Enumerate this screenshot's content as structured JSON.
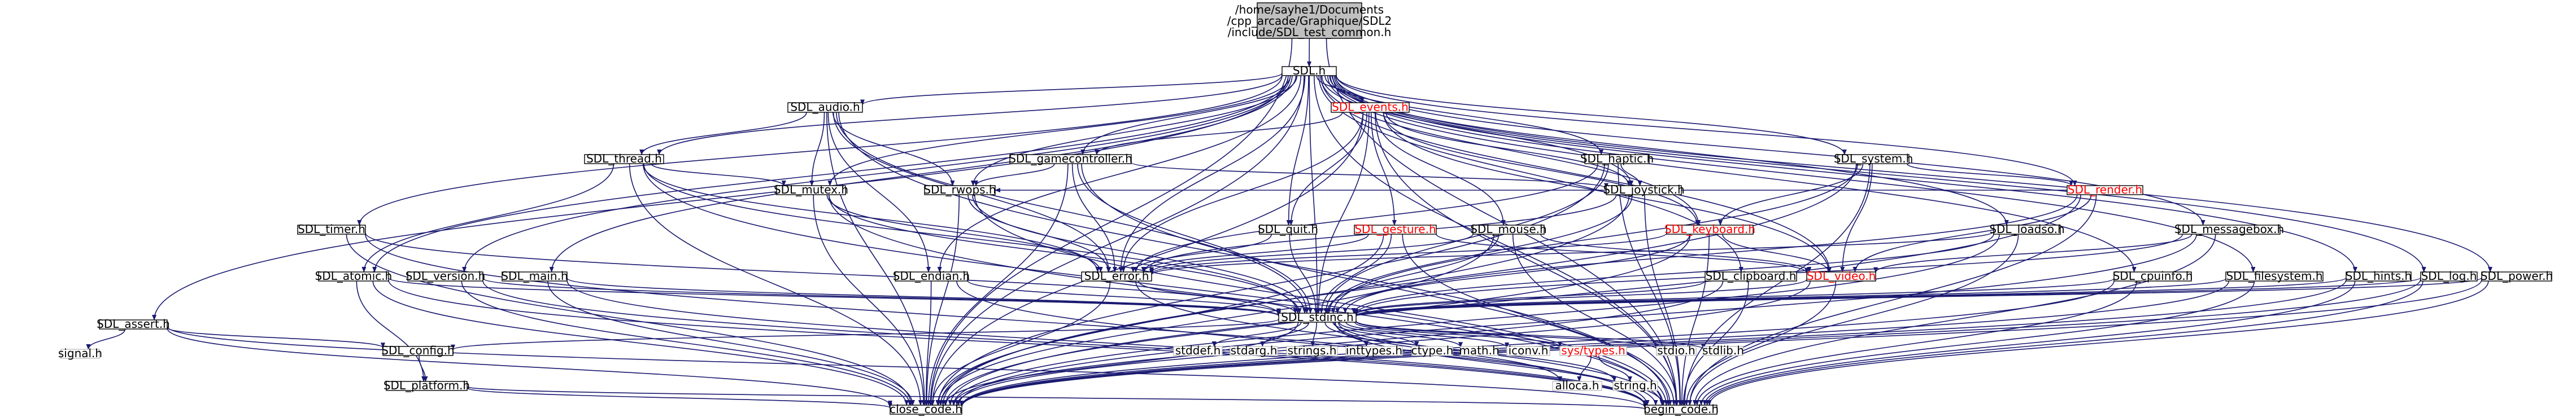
{
  "title_lines": [
    "/home/sayhe1/Documents",
    "/cpp_arcade/Graphique/SDL2",
    "/include/SDL_test_common.h"
  ],
  "nodes": [
    {
      "id": "root",
      "label": "",
      "root": true
    },
    {
      "id": "sdl",
      "label": "SDL.h"
    },
    {
      "id": "audio",
      "label": "SDL_audio.h"
    },
    {
      "id": "events",
      "label": "SDL_events.h",
      "red": true
    },
    {
      "id": "haptic",
      "label": "SDL_haptic.h"
    },
    {
      "id": "system",
      "label": "SDL_system.h"
    },
    {
      "id": "thread",
      "label": "SDL_thread.h"
    },
    {
      "id": "gamecontroller",
      "label": "SDL_gamecontroller.h"
    },
    {
      "id": "timer",
      "label": "SDL_timer.h"
    },
    {
      "id": "mutex",
      "label": "SDL_mutex.h"
    },
    {
      "id": "rwops",
      "label": "SDL_rwops.h"
    },
    {
      "id": "quit",
      "label": "SDL_quit.h"
    },
    {
      "id": "gesture",
      "label": "SDL_gesture.h",
      "red": true
    },
    {
      "id": "mouse",
      "label": "SDL_mouse.h"
    },
    {
      "id": "joystick",
      "label": "SDL_joystick.h"
    },
    {
      "id": "keyboard",
      "label": "SDL_keyboard.h",
      "red": true
    },
    {
      "id": "loadso",
      "label": "SDL_loadso.h"
    },
    {
      "id": "render",
      "label": "SDL_render.h",
      "red": true
    },
    {
      "id": "messagebox",
      "label": "SDL_messagebox.h"
    },
    {
      "id": "atomic",
      "label": "SDL_atomic.h"
    },
    {
      "id": "version",
      "label": "SDL_version.h"
    },
    {
      "id": "main",
      "label": "SDL_main.h"
    },
    {
      "id": "endian",
      "label": "SDL_endian.h"
    },
    {
      "id": "error",
      "label": "SDL_error.h"
    },
    {
      "id": "video",
      "label": "SDL_video.h",
      "red": true
    },
    {
      "id": "clipboard",
      "label": "SDL_clipboard.h"
    },
    {
      "id": "cpuinfo",
      "label": "SDL_cpuinfo.h"
    },
    {
      "id": "filesystem",
      "label": "SDL_filesystem.h"
    },
    {
      "id": "hints",
      "label": "SDL_hints.h"
    },
    {
      "id": "log",
      "label": "SDL_log.h"
    },
    {
      "id": "power",
      "label": "SDL_power.h"
    },
    {
      "id": "assert",
      "label": "SDL_assert.h"
    },
    {
      "id": "stdinc",
      "label": "SDL_stdinc.h"
    },
    {
      "id": "signal",
      "label": "signal.h",
      "missing": true
    },
    {
      "id": "config",
      "label": "SDL_config.h"
    },
    {
      "id": "platform",
      "label": "SDL_platform.h"
    },
    {
      "id": "stddef",
      "label": "stddef.h",
      "missing": true
    },
    {
      "id": "stdarg",
      "label": "stdarg.h",
      "missing": true
    },
    {
      "id": "strings",
      "label": "strings.h",
      "missing": true
    },
    {
      "id": "inttypes",
      "label": "inttypes.h",
      "missing": true
    },
    {
      "id": "ctype",
      "label": "ctype.h",
      "missing": true
    },
    {
      "id": "math",
      "label": "math.h",
      "missing": true
    },
    {
      "id": "iconv",
      "label": "iconv.h",
      "missing": true
    },
    {
      "id": "systypes",
      "label": "sys/types.h",
      "missing": true,
      "red": true
    },
    {
      "id": "stdio",
      "label": "stdio.h",
      "missing": true
    },
    {
      "id": "stdlib",
      "label": "stdlib.h",
      "missing": true
    },
    {
      "id": "alloca",
      "label": "alloca.h",
      "missing": true
    },
    {
      "id": "string",
      "label": "string.h",
      "missing": true
    },
    {
      "id": "close_code",
      "label": "close_code.h"
    },
    {
      "id": "begin_code",
      "label": "begin_code.h"
    }
  ],
  "edges": [
    [
      "root",
      "sdl"
    ],
    [
      "root",
      "close_code"
    ],
    [
      "root",
      "begin_code"
    ],
    [
      "sdl",
      "audio"
    ],
    [
      "sdl",
      "events"
    ],
    [
      "sdl",
      "haptic"
    ],
    [
      "sdl",
      "system"
    ],
    [
      "sdl",
      "thread"
    ],
    [
      "sdl",
      "gamecontroller"
    ],
    [
      "sdl",
      "timer"
    ],
    [
      "sdl",
      "mutex"
    ],
    [
      "sdl",
      "rwops"
    ],
    [
      "sdl",
      "quit"
    ],
    [
      "sdl",
      "joystick"
    ],
    [
      "sdl",
      "keyboard"
    ],
    [
      "sdl",
      "loadso"
    ],
    [
      "sdl",
      "render"
    ],
    [
      "sdl",
      "messagebox"
    ],
    [
      "sdl",
      "atomic"
    ],
    [
      "sdl",
      "version"
    ],
    [
      "sdl",
      "main"
    ],
    [
      "sdl",
      "endian"
    ],
    [
      "sdl",
      "error"
    ],
    [
      "sdl",
      "video"
    ],
    [
      "sdl",
      "clipboard"
    ],
    [
      "sdl",
      "cpuinfo"
    ],
    [
      "sdl",
      "filesystem"
    ],
    [
      "sdl",
      "hints"
    ],
    [
      "sdl",
      "log"
    ],
    [
      "sdl",
      "power"
    ],
    [
      "sdl",
      "assert"
    ],
    [
      "sdl",
      "stdinc"
    ],
    [
      "sdl",
      "close_code"
    ],
    [
      "sdl",
      "begin_code"
    ],
    [
      "audio",
      "thread"
    ],
    [
      "audio",
      "mutex"
    ],
    [
      "audio",
      "rwops"
    ],
    [
      "audio",
      "endian"
    ],
    [
      "audio",
      "error"
    ],
    [
      "audio",
      "stdinc"
    ],
    [
      "audio",
      "close_code"
    ],
    [
      "audio",
      "begin_code"
    ],
    [
      "events",
      "gamecontroller"
    ],
    [
      "events",
      "quit"
    ],
    [
      "events",
      "gesture"
    ],
    [
      "events",
      "mouse"
    ],
    [
      "events",
      "joystick"
    ],
    [
      "events",
      "keyboard"
    ],
    [
      "events",
      "video"
    ],
    [
      "events",
      "error"
    ],
    [
      "events",
      "stdinc"
    ],
    [
      "events",
      "close_code"
    ],
    [
      "events",
      "begin_code"
    ],
    [
      "haptic",
      "joystick"
    ],
    [
      "haptic",
      "error"
    ],
    [
      "haptic",
      "stdinc"
    ],
    [
      "haptic",
      "close_code"
    ],
    [
      "haptic",
      "begin_code"
    ],
    [
      "system",
      "keyboard"
    ],
    [
      "system",
      "render"
    ],
    [
      "system",
      "video"
    ],
    [
      "system",
      "stdinc"
    ],
    [
      "system",
      "close_code"
    ],
    [
      "system",
      "begin_code"
    ],
    [
      "thread",
      "atomic"
    ],
    [
      "thread",
      "mutex"
    ],
    [
      "thread",
      "error"
    ],
    [
      "thread",
      "stdinc"
    ],
    [
      "thread",
      "close_code"
    ],
    [
      "thread",
      "begin_code"
    ],
    [
      "gamecontroller",
      "rwops"
    ],
    [
      "gamecontroller",
      "joystick"
    ],
    [
      "gamecontroller",
      "error"
    ],
    [
      "gamecontroller",
      "stdinc"
    ],
    [
      "gamecontroller",
      "close_code"
    ],
    [
      "gamecontroller",
      "begin_code"
    ],
    [
      "timer",
      "stdinc"
    ],
    [
      "timer",
      "close_code"
    ],
    [
      "timer",
      "begin_code"
    ],
    [
      "mutex",
      "error"
    ],
    [
      "mutex",
      "stdinc"
    ],
    [
      "mutex",
      "close_code"
    ],
    [
      "mutex",
      "begin_code"
    ],
    [
      "rwops",
      "error"
    ],
    [
      "rwops",
      "stdinc"
    ],
    [
      "rwops",
      "close_code"
    ],
    [
      "rwops",
      "begin_code"
    ],
    [
      "quit",
      "error"
    ],
    [
      "quit",
      "stdinc"
    ],
    [
      "gesture",
      "video"
    ],
    [
      "gesture",
      "error"
    ],
    [
      "gesture",
      "stdinc"
    ],
    [
      "gesture",
      "close_code"
    ],
    [
      "gesture",
      "begin_code"
    ],
    [
      "mouse",
      "video"
    ],
    [
      "mouse",
      "error"
    ],
    [
      "mouse",
      "stdinc"
    ],
    [
      "mouse",
      "close_code"
    ],
    [
      "mouse",
      "begin_code"
    ],
    [
      "joystick",
      "error"
    ],
    [
      "joystick",
      "stdinc"
    ],
    [
      "joystick",
      "close_code"
    ],
    [
      "joystick",
      "begin_code"
    ],
    [
      "keyboard",
      "video"
    ],
    [
      "keyboard",
      "error"
    ],
    [
      "keyboard",
      "stdinc"
    ],
    [
      "keyboard",
      "close_code"
    ],
    [
      "keyboard",
      "begin_code"
    ],
    [
      "loadso",
      "error"
    ],
    [
      "loadso",
      "stdinc"
    ],
    [
      "loadso",
      "close_code"
    ],
    [
      "loadso",
      "begin_code"
    ],
    [
      "render",
      "video"
    ],
    [
      "render",
      "rwops"
    ],
    [
      "render",
      "stdinc"
    ],
    [
      "render",
      "close_code"
    ],
    [
      "render",
      "begin_code"
    ],
    [
      "messagebox",
      "video"
    ],
    [
      "messagebox",
      "stdinc"
    ],
    [
      "messagebox",
      "close_code"
    ],
    [
      "messagebox",
      "begin_code"
    ],
    [
      "atomic",
      "stdinc"
    ],
    [
      "atomic",
      "platform"
    ],
    [
      "atomic",
      "close_code"
    ],
    [
      "atomic",
      "begin_code"
    ],
    [
      "version",
      "stdinc"
    ],
    [
      "version",
      "close_code"
    ],
    [
      "version",
      "begin_code"
    ],
    [
      "main",
      "stdinc"
    ],
    [
      "main",
      "close_code"
    ],
    [
      "main",
      "begin_code"
    ],
    [
      "endian",
      "stdinc"
    ],
    [
      "endian",
      "close_code"
    ],
    [
      "endian",
      "begin_code"
    ],
    [
      "error",
      "stdinc"
    ],
    [
      "error",
      "close_code"
    ],
    [
      "error",
      "begin_code"
    ],
    [
      "video",
      "stdinc"
    ],
    [
      "video",
      "close_code"
    ],
    [
      "video",
      "begin_code"
    ],
    [
      "clipboard",
      "stdinc"
    ],
    [
      "clipboard",
      "close_code"
    ],
    [
      "clipboard",
      "begin_code"
    ],
    [
      "cpuinfo",
      "stdinc"
    ],
    [
      "cpuinfo",
      "close_code"
    ],
    [
      "cpuinfo",
      "begin_code"
    ],
    [
      "filesystem",
      "stdinc"
    ],
    [
      "filesystem",
      "close_code"
    ],
    [
      "filesystem",
      "begin_code"
    ],
    [
      "hints",
      "stdinc"
    ],
    [
      "hints",
      "close_code"
    ],
    [
      "hints",
      "begin_code"
    ],
    [
      "log",
      "stdinc"
    ],
    [
      "log",
      "close_code"
    ],
    [
      "log",
      "begin_code"
    ],
    [
      "power",
      "stdinc"
    ],
    [
      "power",
      "close_code"
    ],
    [
      "power",
      "begin_code"
    ],
    [
      "assert",
      "signal"
    ],
    [
      "assert",
      "config"
    ],
    [
      "assert",
      "close_code"
    ],
    [
      "assert",
      "begin_code"
    ],
    [
      "stdinc",
      "config"
    ],
    [
      "stdinc",
      "stddef"
    ],
    [
      "stdinc",
      "stdarg"
    ],
    [
      "stdinc",
      "strings"
    ],
    [
      "stdinc",
      "inttypes"
    ],
    [
      "stdinc",
      "ctype"
    ],
    [
      "stdinc",
      "math"
    ],
    [
      "stdinc",
      "iconv"
    ],
    [
      "stdinc",
      "systypes"
    ],
    [
      "stdinc",
      "stdio"
    ],
    [
      "stdinc",
      "stdlib"
    ],
    [
      "stdinc",
      "alloca"
    ],
    [
      "stdinc",
      "string"
    ],
    [
      "stdinc",
      "close_code"
    ],
    [
      "stdinc",
      "begin_code"
    ],
    [
      "config",
      "platform"
    ],
    [
      "platform",
      "close_code"
    ],
    [
      "platform",
      "begin_code"
    ],
    [
      "systypes",
      "alloca"
    ],
    [
      "systypes",
      "string"
    ]
  ]
}
